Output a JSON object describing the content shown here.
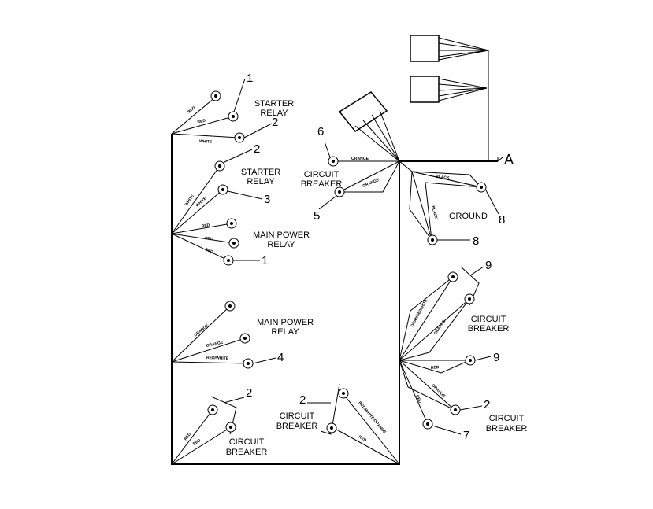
{
  "labels": {
    "starter_relay_1": [
      "STARTER",
      "RELAY"
    ],
    "starter_relay_2": [
      "STARTER",
      "RELAY"
    ],
    "main_power_relay_1": [
      "MAIN POWER",
      "RELAY"
    ],
    "main_power_relay_2": [
      "MAIN POWER",
      "RELAY"
    ],
    "circuit_breaker_top": [
      "CIRCUIT",
      "BREAKER"
    ],
    "circuit_breaker_bottom_left": [
      "CIRCUIT",
      "BREAKER"
    ],
    "circuit_breaker_bottom_mid": [
      "CIRCUIT",
      "BREAKER"
    ],
    "circuit_breaker_right_mid": [
      "CIRCUIT",
      "BREAKER"
    ],
    "circuit_breaker_right_bottom": [
      "CIRCUIT",
      "BREAKER"
    ],
    "ground": "GROUND",
    "point_a": "A"
  },
  "callouts": {
    "c1_top": "1",
    "c2_top": "2",
    "c2_b": "2",
    "c3": "3",
    "c1_mid": "1",
    "c4": "4",
    "c2_bl": "2",
    "c2_bm": "2",
    "c6": "6",
    "c5": "5",
    "c8_a": "8",
    "c8_b": "8",
    "c9_a": "9",
    "c9_b": "9",
    "c2_r": "2",
    "c7": "7"
  },
  "wires": {
    "red_1": "RED",
    "red_2": "RED",
    "white_1": "WHITE",
    "white_2": "WHITE",
    "white_3": "WHITE",
    "red_3": "RED",
    "red_4": "RED",
    "red_5": "RED",
    "orange_1": "ORANGE",
    "orange_2": "ORANGE",
    "red_white_1": "RED/WHITE",
    "red_6": "RED",
    "red_7": "RED",
    "red_white_2": "RED/WHITE/ORANGE",
    "red_8": "RED",
    "orange_top": "ORANGE",
    "orange_mid": "ORANGE",
    "black_1": "BLACK",
    "black_2": "BLACK",
    "orange_white_r": "ORANGE/WHITE",
    "orange_r": "ORANGE",
    "red_r": "RED",
    "orange_r2": "ORANGE",
    "red_r3": "RED"
  }
}
